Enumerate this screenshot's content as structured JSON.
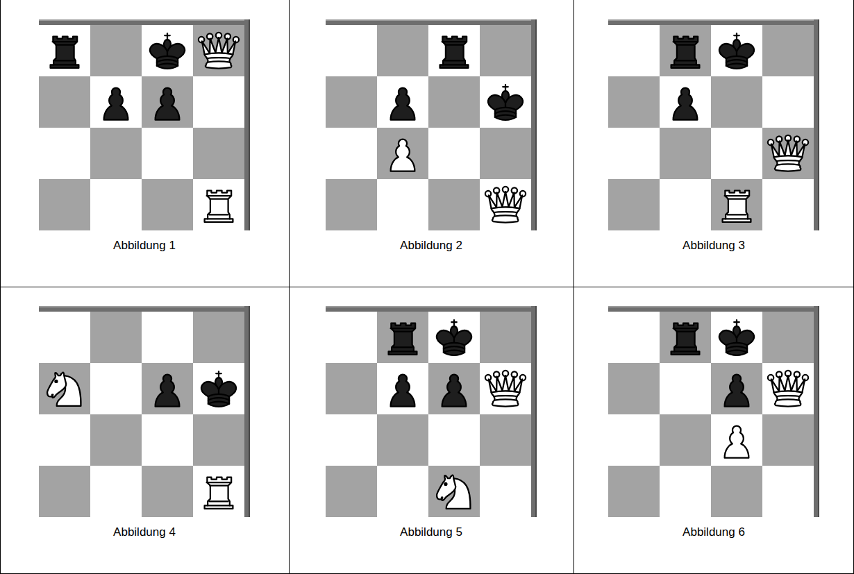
{
  "diagram": {
    "labels": [
      "Abbildung 1",
      "Abbildung 2",
      "Abbildung 3",
      "Abbildung 4",
      "Abbildung 5",
      "Abbildung 6"
    ]
  }
}
